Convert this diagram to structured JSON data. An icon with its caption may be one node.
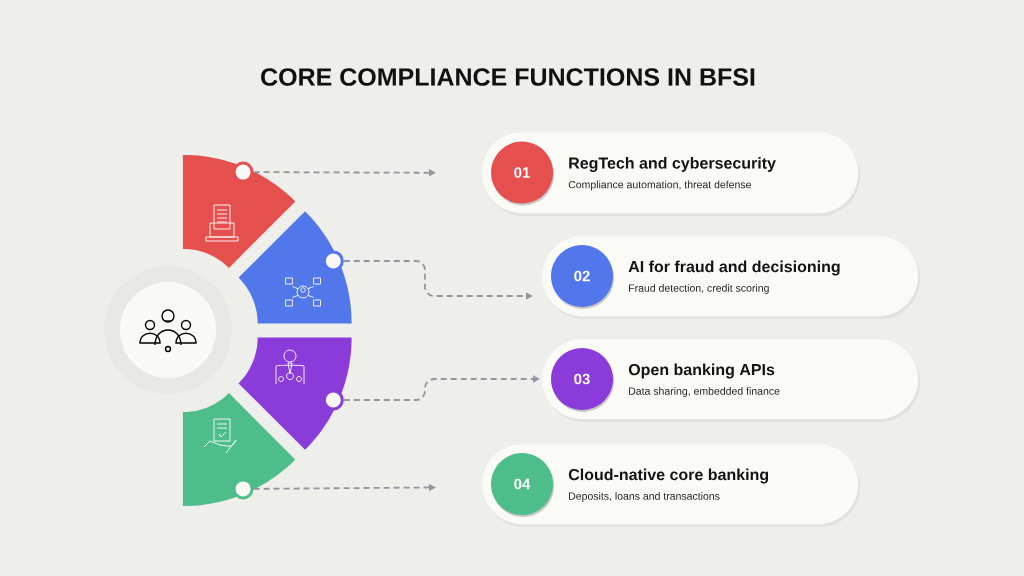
{
  "diagram": {
    "title": "CORE COMPLIANCE FUNCTIONS IN BFSI",
    "nodes": [
      {
        "text": [],
        "shape": "sector"
      },
      {
        "text": [],
        "shape": "sector"
      },
      {
        "text": [],
        "shape": "sector"
      },
      {
        "text": [],
        "shape": "sector"
      },
      {
        "text": [
          "01",
          "RegTech and cybersecurity",
          "Compliance automation, threat defense"
        ]
      },
      {
        "text": [
          "02",
          "AI for fraud and decisioning",
          "Fraud detection, credit scoring"
        ]
      },
      {
        "text": [
          "03",
          "Open banking APIs",
          "Data sharing, embedded finance"
        ]
      },
      {
        "text": [
          "04",
          "Cloud-native core banking",
          "Deposits, loans and transactions"
        ]
      }
    ],
    "edges": [
      {
        "from": 0,
        "to": 4,
        "arrow": "to",
        "style": "dashed"
      },
      {
        "from": 1,
        "to": 5,
        "arrow": "to",
        "style": "dashed"
      },
      {
        "from": 2,
        "to": 6,
        "arrow": "to",
        "style": "dashed"
      },
      {
        "from": 3,
        "to": 7,
        "arrow": "to",
        "style": "dashed"
      }
    ]
  }
}
